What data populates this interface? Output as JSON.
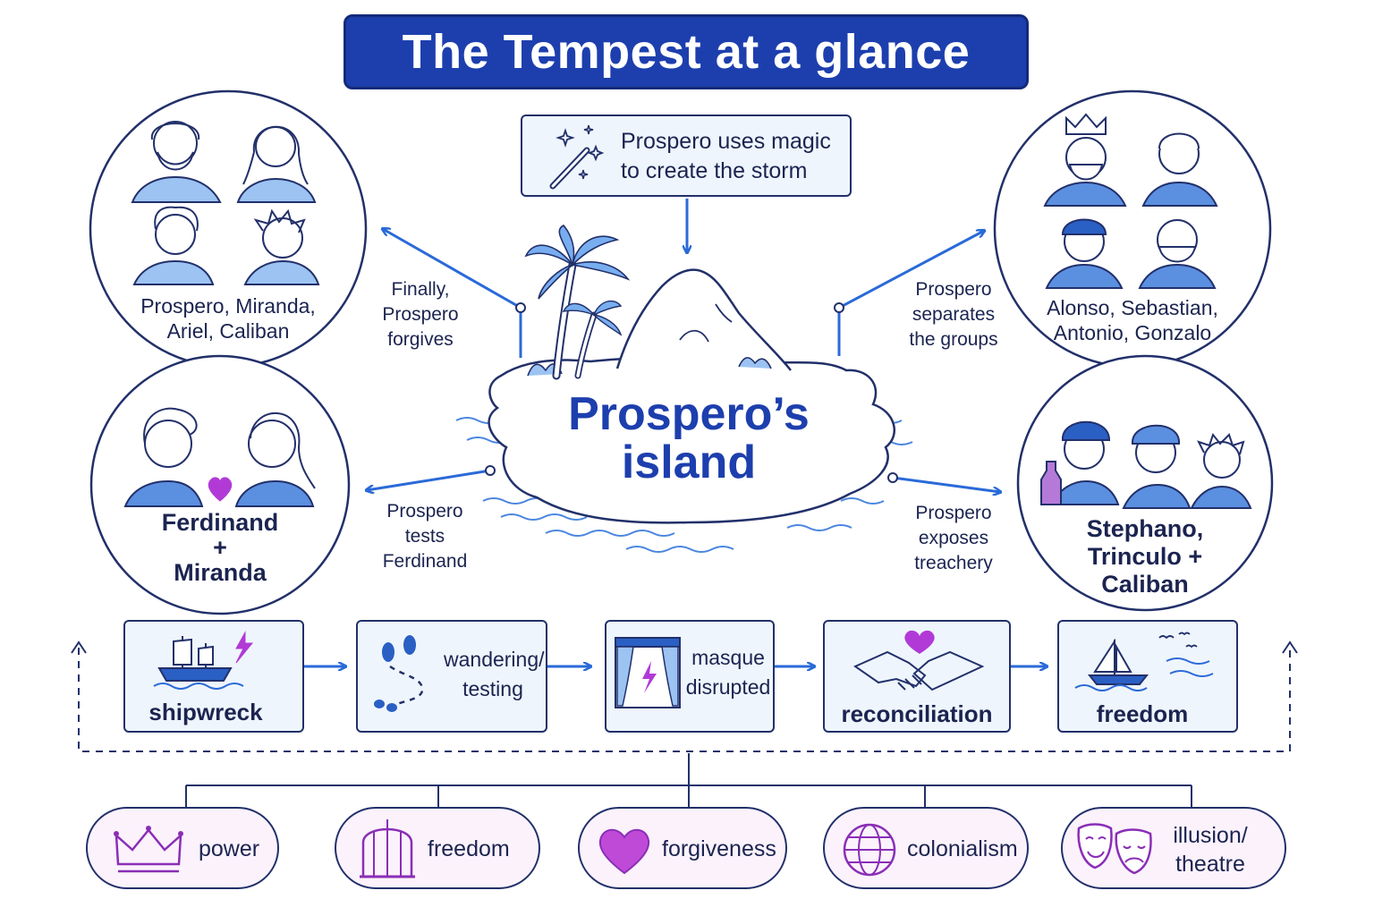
{
  "title": "The Tempest at a glance",
  "center": {
    "label_line1": "Prospero’s",
    "label_line2": "island",
    "magic_line1": "Prospero uses magic",
    "magic_line2": "to create the storm"
  },
  "cast_groups": [
    {
      "id": "island",
      "line1": "Prospero, Miranda,",
      "line2": "Ariel, Caliban"
    },
    {
      "id": "court",
      "line1": "Alonso, Sebastian,",
      "line2": "Antonio, Gonzalo"
    },
    {
      "id": "lovers",
      "line1": "Ferdinand",
      "line2": "+",
      "line3": "Miranda"
    },
    {
      "id": "plotters",
      "line1": "Stephano,",
      "line2": "Trinculo +",
      "line3": "Caliban"
    }
  ],
  "relations": [
    {
      "line1": "Finally,",
      "line2": "Prospero",
      "line3": "forgives"
    },
    {
      "line1": "Prospero",
      "line2": "separates",
      "line3": "the groups"
    },
    {
      "line1": "Prospero",
      "line2": "tests",
      "line3": "Ferdinand"
    },
    {
      "line1": "Prospero",
      "line2": "exposes",
      "line3": "treachery"
    }
  ],
  "plot_sequence": [
    {
      "line1": "shipwreck",
      "icon": "ship-lightning-icon"
    },
    {
      "line1": "wandering/",
      "line2": "testing",
      "icon": "footprints-icon"
    },
    {
      "line1": "masque",
      "line2": "disrupted",
      "icon": "stage-curtain-icon"
    },
    {
      "line1": "reconciliation",
      "icon": "handshake-heart-icon"
    },
    {
      "line1": "freedom",
      "icon": "sailboat-icon"
    }
  ],
  "themes": [
    {
      "line1": "power",
      "icon": "crown-icon"
    },
    {
      "line1": "freedom",
      "icon": "birdcage-icon"
    },
    {
      "line1": "forgiveness",
      "icon": "heart-icon"
    },
    {
      "line1": "colonialism",
      "icon": "globe-icon"
    },
    {
      "line1": "illusion/",
      "line2": "theatre",
      "icon": "theatre-masks-icon"
    }
  ],
  "colors": {
    "navy": "#1b2450",
    "brand_blue": "#1d3fae",
    "arrow_blue": "#2a6ad8",
    "light_blue_fill": "#eef5fc",
    "mid_blue": "#5b8fe0",
    "purple": "#9b34c4",
    "pink_fill": "#fbf2fc"
  }
}
